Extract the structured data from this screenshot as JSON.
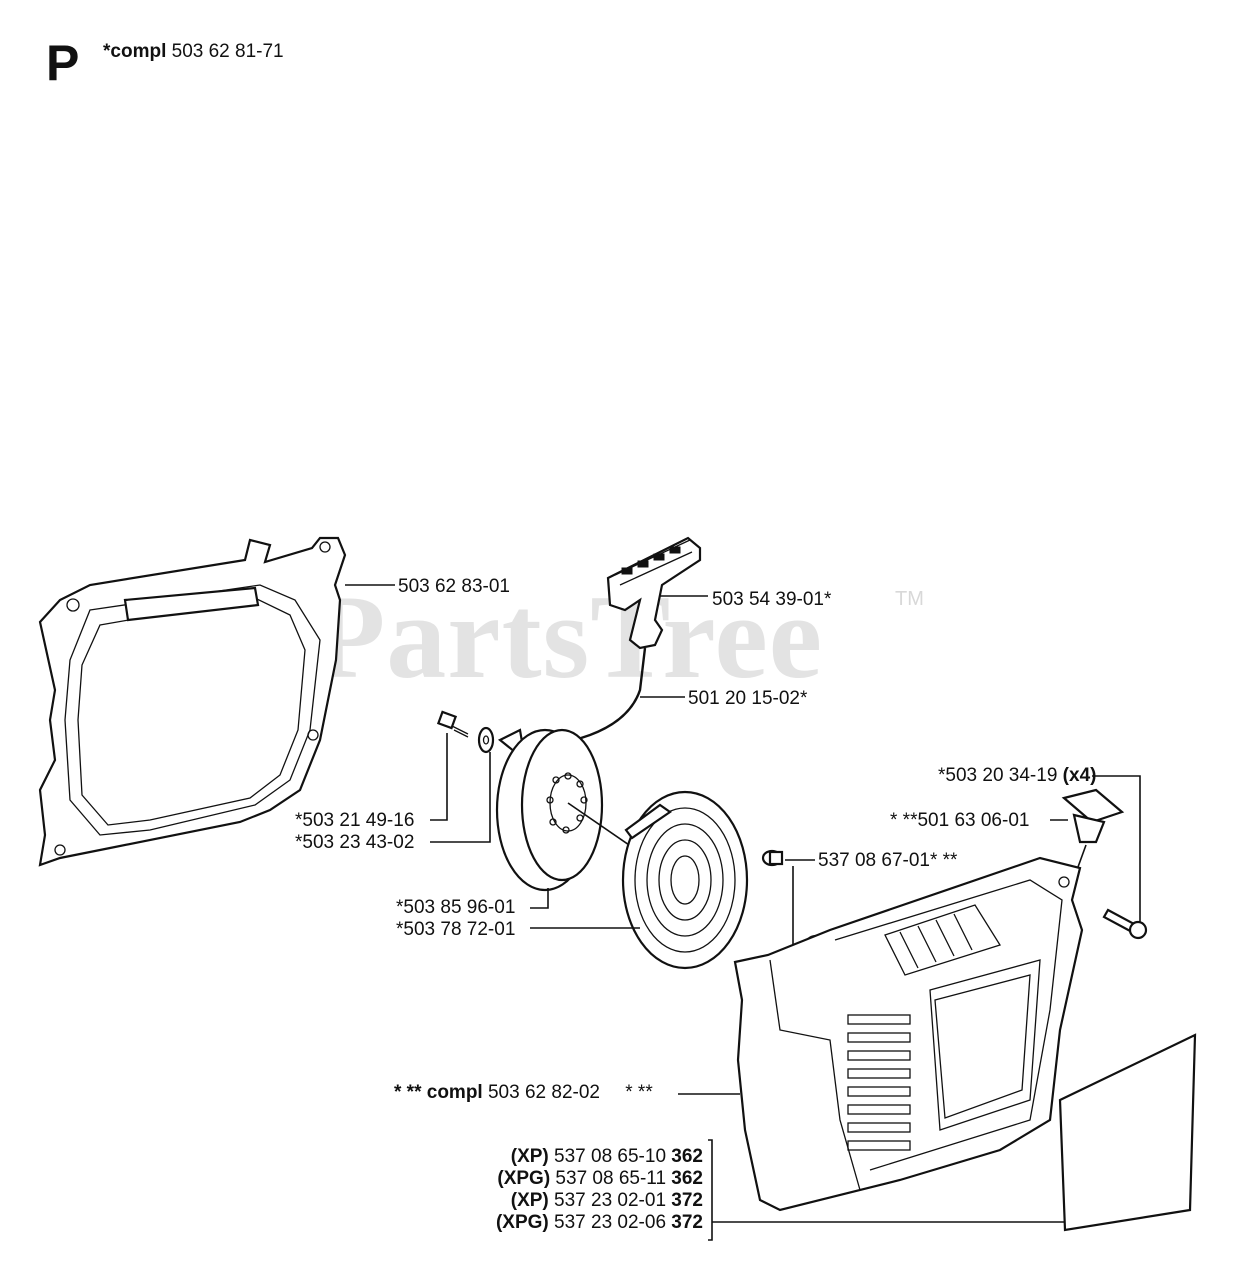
{
  "header": {
    "section_letter": "P",
    "compl_prefix": "*compl",
    "compl_number": "503 62 81-71"
  },
  "watermark": {
    "text": "PartsTree",
    "trademark": "TM"
  },
  "labels": {
    "fan_housing": "503 62 83-01",
    "starter_handle": "503 54 39-01*",
    "starter_cord": "501 20 15-02*",
    "screw_a": "*503 21 49-16",
    "washer_a": "*503 23 43-02",
    "pulley": "*503 85 96-01",
    "spring": "*503 78 72-01",
    "bushing": "537 08 67-01* **",
    "screw_b_num": "*503 20 34-19 ",
    "screw_b_qty": "(x4)",
    "grommet": "* **501 63 06-01",
    "cover_prefix": "* **",
    "cover_bold": "compl",
    "cover_number": " 503 62 82-02",
    "cover_suffix": "* **"
  },
  "variants": [
    {
      "model": "(XP)",
      "number": " 537 08 65-10 ",
      "size": "362"
    },
    {
      "model": "(XPG)",
      "number": " 537 08 65-11 ",
      "size": "362"
    },
    {
      "model": "(XP)",
      "number": " 537 23 02-01 ",
      "size": "372"
    },
    {
      "model": "(XPG)",
      "number": " 537 23 02-06 ",
      "size": "372"
    }
  ]
}
